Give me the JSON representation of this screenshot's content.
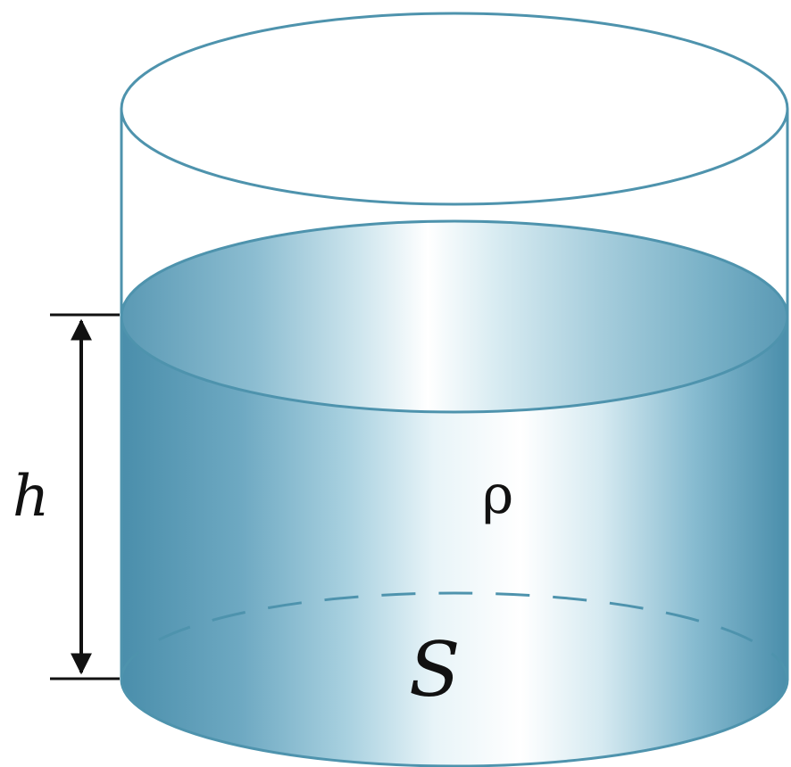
{
  "labels": {
    "height": "h",
    "density": "ρ",
    "base_area": "S"
  },
  "colors": {
    "outline": "#4e93ad",
    "liquid_dark": "#4a8eab",
    "liquid_mid": "#9fcadb",
    "liquid_light": "#ffffff",
    "dimension_line": "#111111"
  }
}
